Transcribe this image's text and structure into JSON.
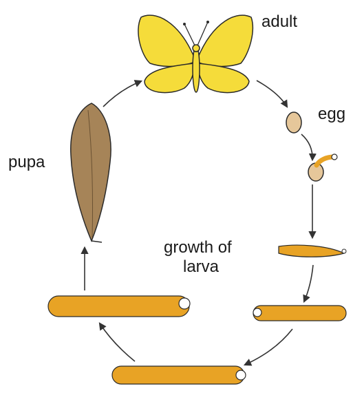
{
  "labels": {
    "adult": "adult",
    "egg": "egg",
    "pupa": "pupa",
    "growth_line1": "growth of",
    "growth_line2": "larva"
  },
  "colors": {
    "wing": "#f5dc3a",
    "larva": "#e8a325",
    "pupa": "#a68458",
    "egg": "#e6c79a",
    "arrow": "#333333",
    "outline": "#2a2a2a"
  }
}
